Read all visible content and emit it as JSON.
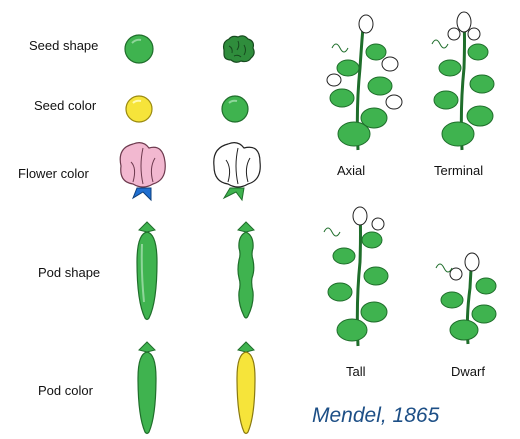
{
  "traits": {
    "seed_shape": "Seed shape",
    "seed_color": "Seed color",
    "flower_color": "Flower color",
    "pod_shape": "Pod shape",
    "pod_color": "Pod color"
  },
  "plant_captions": {
    "axial": "Axial",
    "terminal": "Terminal",
    "tall": "Tall",
    "dwarf": "Dwarf"
  },
  "credit": "Mendel, 1865",
  "colors": {
    "green": "#3fb34f",
    "yellow": "#f6e43a",
    "pink": "#f2b8d0",
    "blue": "#1f6fd1",
    "white": "#ffffff",
    "credit_blue": "#1d4f86"
  },
  "icons": [
    "round-seed-icon",
    "wrinkled-seed-icon",
    "pink-flower-icon",
    "white-flower-icon",
    "inflated-pod-icon",
    "constricted-pod-icon",
    "yellow-pod-icon",
    "pea-plant-icon"
  ]
}
